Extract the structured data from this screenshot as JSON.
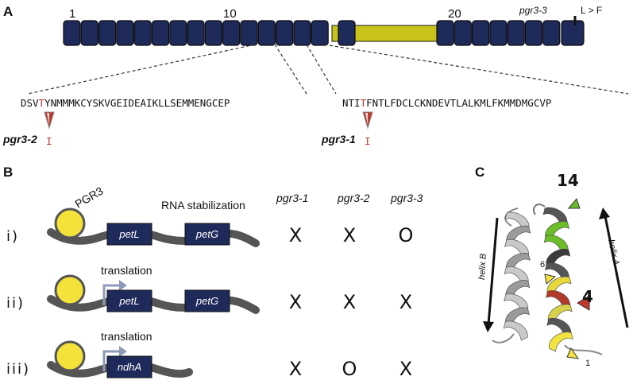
{
  "colors": {
    "motif": "#1e2a5a",
    "linker": "#c8c21a",
    "rna": "#555555",
    "pgr3_protein": "#f4e23a",
    "mutation": "#c0392b",
    "helix_green": "#6cbd2a",
    "arrow_blue": "#8d9ab8"
  },
  "panel_a": {
    "label": "A",
    "numbers": [
      "1",
      "10",
      "20"
    ],
    "pgr3_3": "pgr3-3",
    "pgr3_3_change": "L > F",
    "seq_left": {
      "before": "DSV",
      "mut": "T",
      "after": "YNMMMKCYSKVGEIDEAIKLLSEMMENGCEP",
      "allele": "pgr3-2",
      "replacement": "I"
    },
    "seq_right": {
      "before": "NTI",
      "mut": "T",
      "after": "FNTLFDCLCKNDEVTLALKMLFKMMDMGCVP",
      "allele": "pgr3-1",
      "replacement": "I"
    }
  },
  "panel_b": {
    "label": "B",
    "protein": "PGR3",
    "columns": [
      "pgr3-1",
      "pgr3-2",
      "pgr3-3"
    ],
    "rows": [
      {
        "roman": "i)",
        "process": "RNA stabilization",
        "genes": [
          "petL",
          "petG"
        ],
        "marks": [
          "X",
          "X",
          "O"
        ]
      },
      {
        "roman": "ii)",
        "process": "translation",
        "genes": [
          "petL",
          "petG"
        ],
        "marks": [
          "X",
          "X",
          "X"
        ]
      },
      {
        "roman": "iii)",
        "process": "translation",
        "genes": [
          "ndhA"
        ],
        "marks": [
          "X",
          "O",
          "X"
        ]
      }
    ]
  },
  "panel_c": {
    "label": "C",
    "helix_a": "helix A",
    "helix_b": "helix B",
    "positions": [
      "14",
      "6",
      "4",
      "1"
    ]
  }
}
